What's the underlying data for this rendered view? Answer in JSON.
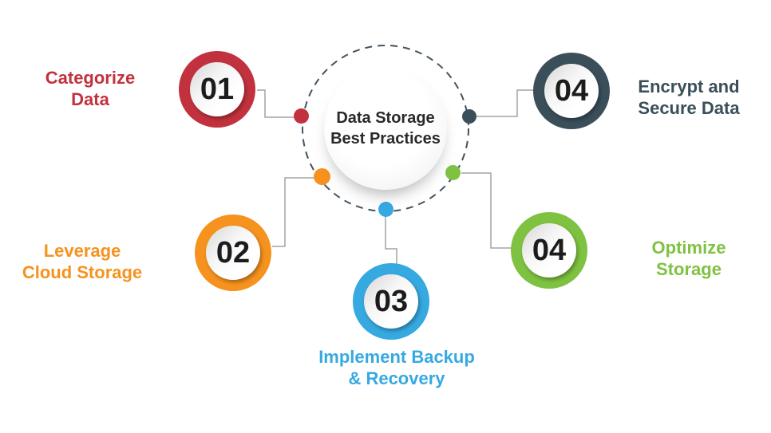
{
  "title": {
    "line1": "Data Storage",
    "line2": "Best Practices"
  },
  "steps": [
    {
      "number": "01",
      "label_line1": "Categorize",
      "label_line2": "Data",
      "color": "#C2323E"
    },
    {
      "number": "02",
      "label_line1": "Leverage",
      "label_line2": "Cloud Storage",
      "color": "#F6921E"
    },
    {
      "number": "03",
      "label_line1": "Implement Backup",
      "label_line2": "& Recovery",
      "color": "#36A9E1"
    },
    {
      "number": "04",
      "label_line1": "Encrypt and",
      "label_line2": "Secure Data",
      "color": "#3A4F5A"
    },
    {
      "number": "04",
      "label_line1": "Optimize",
      "label_line2": "Storage",
      "color": "#7FC241"
    }
  ],
  "palette": {
    "background": "#FFFFFF",
    "connector_gray": "#A4A4A4",
    "dash_ring": "#44535D",
    "number_black": "#1C1C1C",
    "title_dark": "#29292B"
  }
}
